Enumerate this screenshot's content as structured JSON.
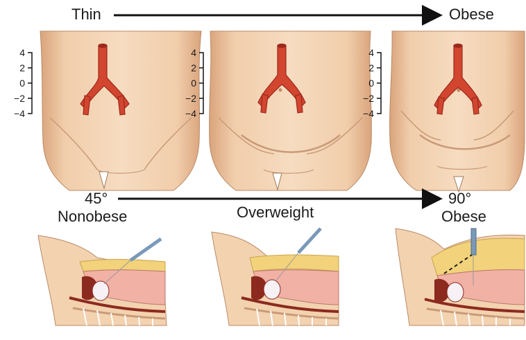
{
  "top_scale": {
    "start_label": "Thin",
    "end_label": "Obese"
  },
  "angle_scale": {
    "start_angle": "45°",
    "end_angle": "90°"
  },
  "categories": {
    "nonobese": "Nonobese",
    "overweight": "Overweight",
    "obese": "Obese"
  },
  "axis_ticks": [
    "4",
    "2",
    "0",
    "−2",
    "−4"
  ],
  "colors": {
    "skin": "#f3d2b0",
    "skin_shadow": "#d9a87f",
    "aorta": "#d2452f",
    "aorta_dark": "#9c2a1c",
    "line_start": "#2b2f9e",
    "line_mid": "#c2408f",
    "line_end": "#b5c94a",
    "fat": "#f2d27a",
    "bowel": "#8c2a1f"
  }
}
